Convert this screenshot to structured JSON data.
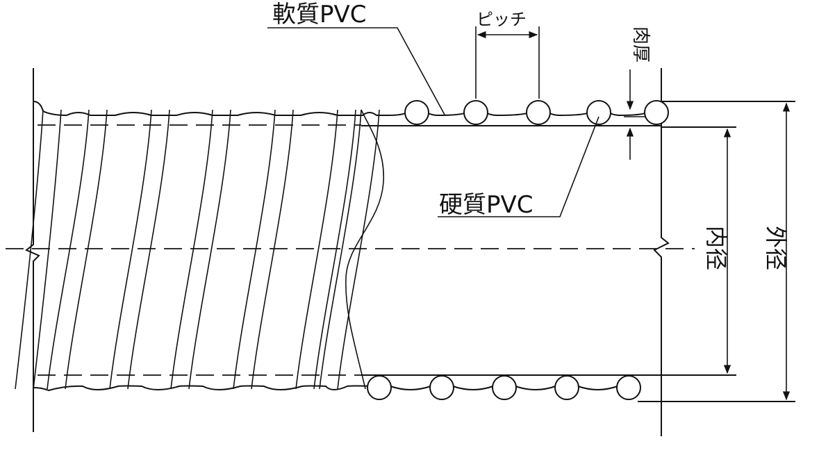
{
  "labels": {
    "soft_pvc": "軟質PVC",
    "hard_pvc": "硬質PVC",
    "pitch": "ピッチ",
    "wall_thickness": "肉厚",
    "inner_diameter": "内径",
    "outer_diameter": "外径"
  },
  "colors": {
    "line": "#111111",
    "background": "#ffffff"
  }
}
